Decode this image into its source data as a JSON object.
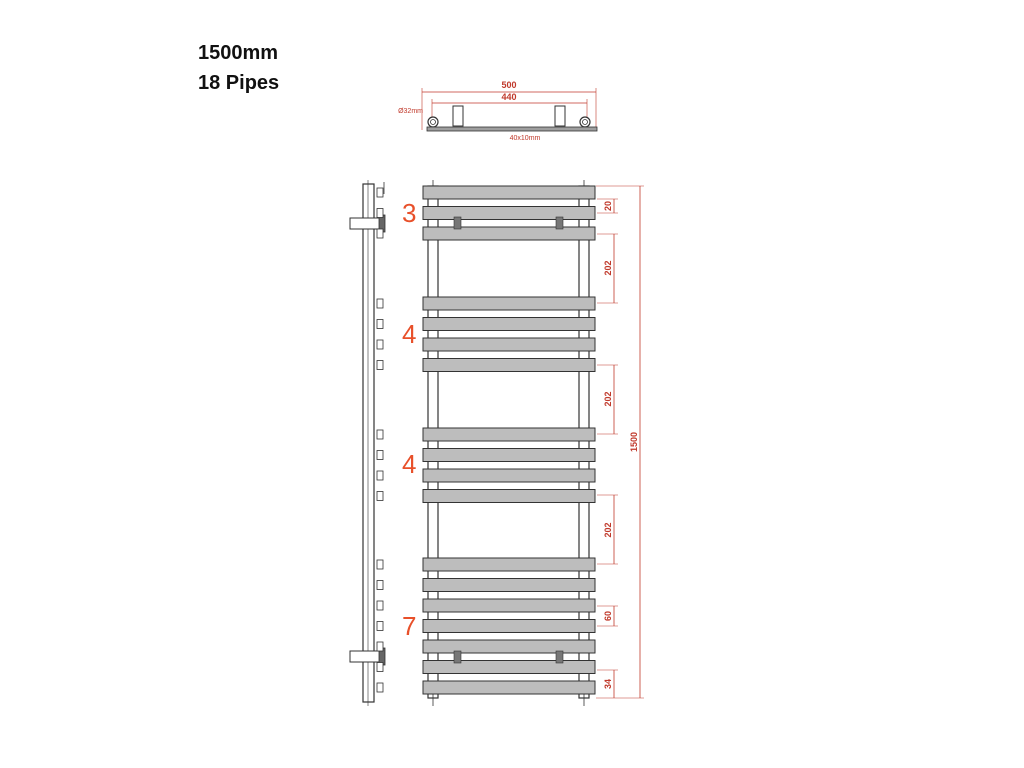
{
  "title": {
    "height": "1500mm",
    "pipes": "18 Pipes"
  },
  "top_view": {
    "width_outer": "500",
    "width_inner": "440",
    "pipe_diameter": "Ø32mm",
    "bar_size": "40x10mm"
  },
  "groups": [
    "3",
    "4",
    "4",
    "7"
  ],
  "dimensions": {
    "top_gap": "20",
    "gap_1": "202",
    "gap_2": "202",
    "gap_3": "202",
    "pitch": "60",
    "bottom": "34",
    "overall_height": "1500"
  },
  "colors": {
    "dimension": "#c0392b",
    "group_number": "#e8502a",
    "bar_fill": "#bdbdbd",
    "outline": "#333333"
  }
}
